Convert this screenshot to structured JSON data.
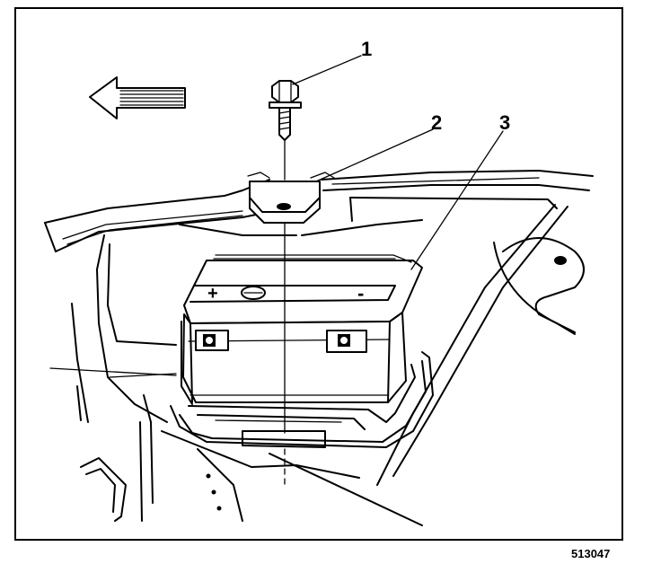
{
  "callouts": [
    {
      "label": "1",
      "part": "bolt"
    },
    {
      "label": "2",
      "part": "hold-down-retainer"
    },
    {
      "label": "3",
      "part": "battery"
    }
  ],
  "battery_markings": {
    "positive": "+",
    "negative": "-"
  },
  "figure_number": "513047",
  "colors": {
    "line": "#000000",
    "background": "#ffffff"
  }
}
